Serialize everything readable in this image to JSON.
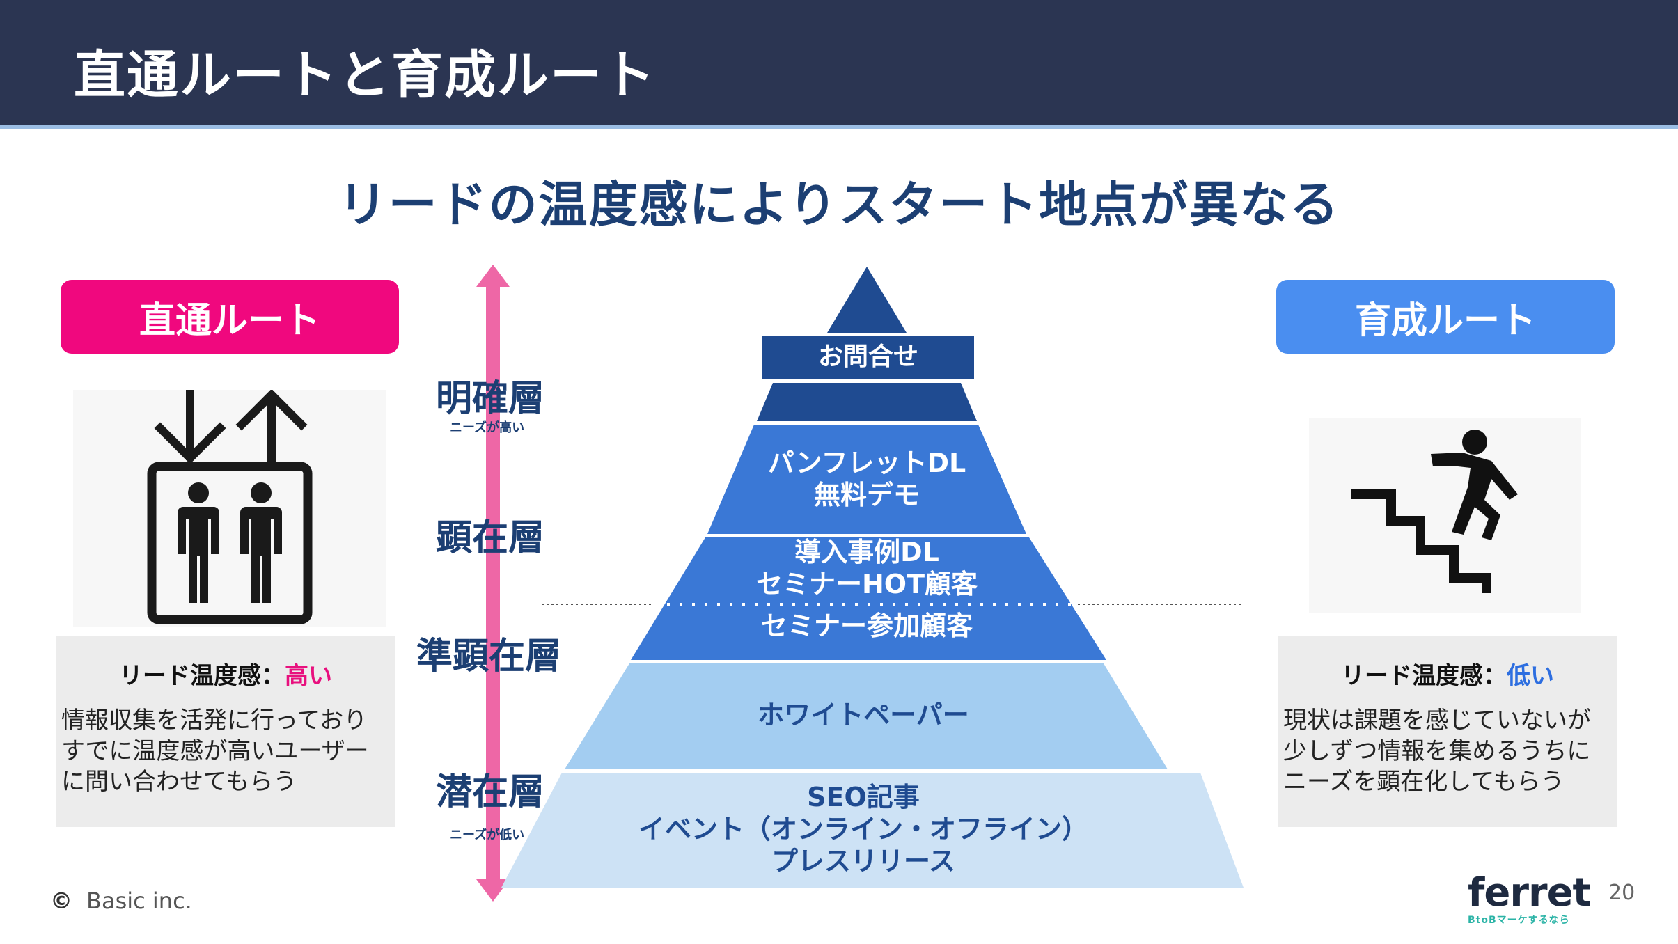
{
  "header": {
    "title": "直通ルートと育成ルート"
  },
  "subtitle": "リードの温度感によりスタート地点が異なる",
  "routes": {
    "direct": {
      "label": "直通ルート",
      "temp_label": "リード温度感：",
      "temp_value": "高い",
      "temp_color": "#e8107e",
      "description": [
        "情報収集を活発に行っており",
        "すでに温度感が高いユーザー",
        "に問い合わせてもらう"
      ],
      "color": "#f0087e"
    },
    "nurture": {
      "label": "育成ルート",
      "temp_label": "リード温度感：",
      "temp_value": "低い",
      "temp_color": "#2d6ee0",
      "description": [
        "現状は課題を感じていないが",
        "少しずつ情報を集めるうちに",
        "ニーズを顕在化してもらう"
      ],
      "color": "#4a8ef0"
    }
  },
  "layers": [
    {
      "name": "明確層",
      "note": "ニーズが高い"
    },
    {
      "name": "顕在層",
      "note": ""
    },
    {
      "name": "準顕在層",
      "note": ""
    },
    {
      "name": "潜在層",
      "note": "ニーズが低い"
    }
  ],
  "pyramid": {
    "top": {
      "label": "お問合せ"
    },
    "tiers": [
      {
        "lines": [
          "パンフレットDL",
          "無料デモ"
        ]
      },
      {
        "lines": [
          "導入事例DL",
          "セミナーHOT顧客"
        ]
      },
      {
        "lines": [
          "セミナー参加顧客"
        ]
      },
      {
        "lines": [
          "ホワイトペーパー"
        ]
      },
      {
        "lines": [
          "SEO記事",
          "イベント（オンライン・オフライン）",
          "プレスリリース"
        ]
      }
    ],
    "colors": {
      "dark": "#1f4b91",
      "mid": "#3a78d6",
      "light": "#a3cdf1",
      "lightest": "#cde2f5"
    }
  },
  "icons": {
    "elevator": "elevator-icon",
    "stairs": "climbing-stairs-icon"
  },
  "footer": {
    "copyright": "Basic inc.",
    "page_number": "20",
    "logo": "ferret",
    "logo_tagline": "BtoBマーケするなら"
  }
}
